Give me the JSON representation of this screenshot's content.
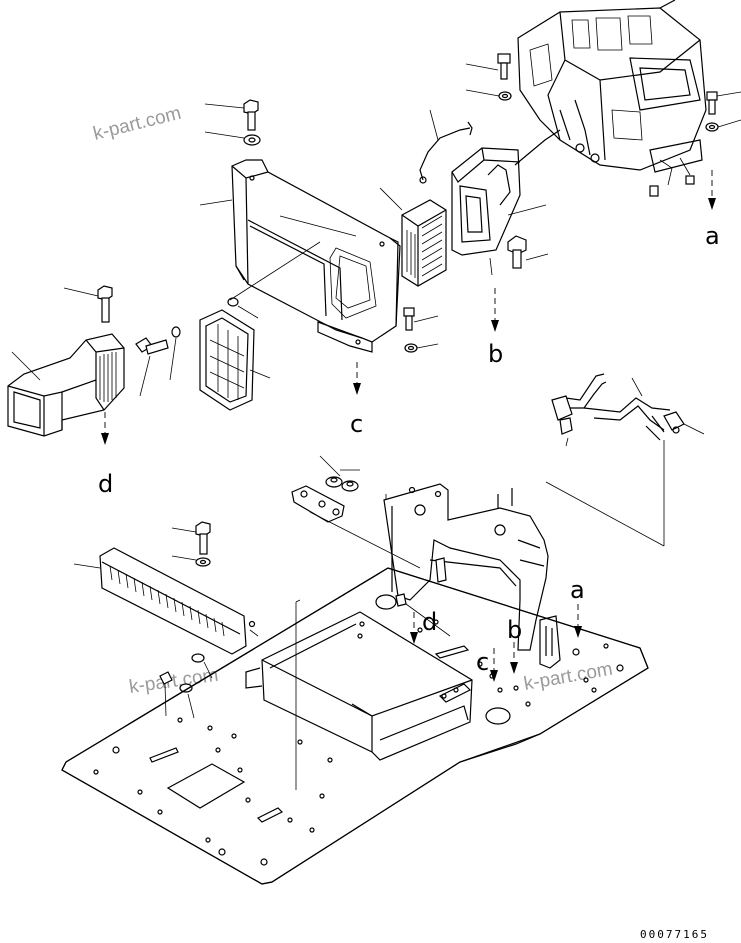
{
  "watermarks": [
    "k-part.com",
    "k-part.com",
    "k-part.com"
  ],
  "reference_letters": {
    "a_top": "a",
    "b_top": "b",
    "c_top": "c",
    "d_top": "d",
    "a_bottom": "a",
    "b_bottom": "b",
    "c_bottom": "c",
    "d_bottom": "d"
  },
  "document_number": "00077165"
}
